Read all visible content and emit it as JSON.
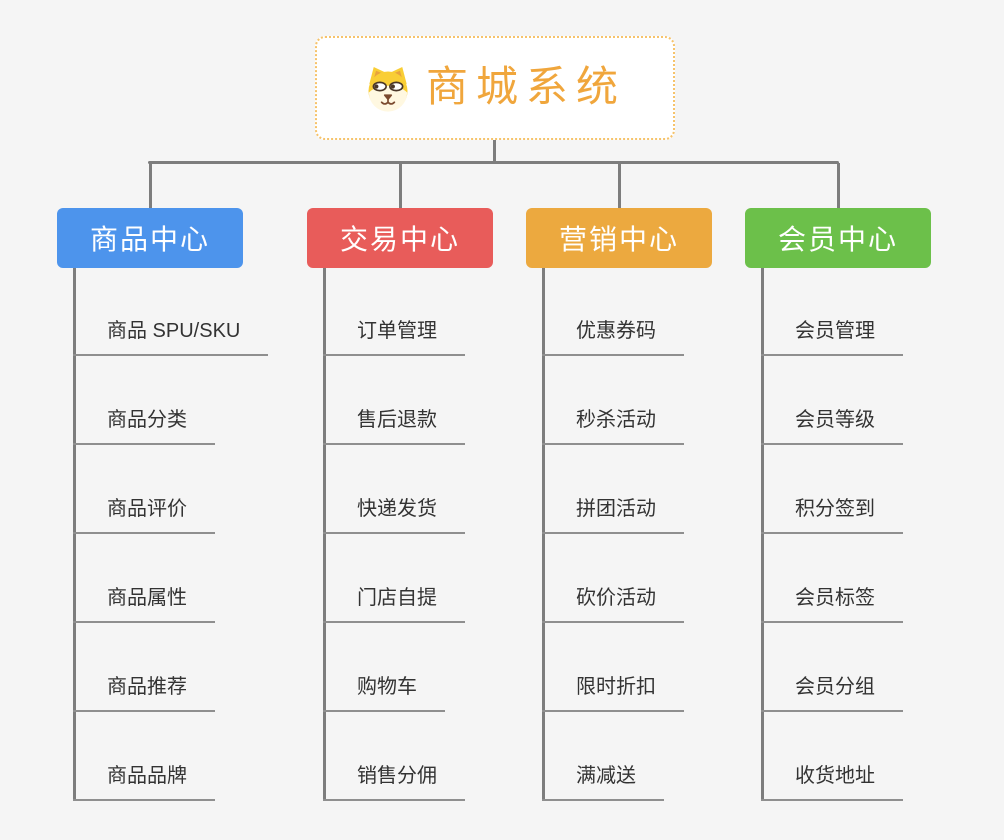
{
  "root": {
    "title": "商城系统",
    "icon": "dog-face-icon",
    "title_color": "#f0a63c",
    "border_color": "#f6c36b"
  },
  "branches": [
    {
      "label": "商品中心",
      "color": "#4d94ec",
      "items": [
        "商品 SPU/SKU",
        "商品分类",
        "商品评价",
        "商品属性",
        "商品推荐",
        "商品品牌"
      ]
    },
    {
      "label": "交易中心",
      "color": "#e85c5a",
      "items": [
        "订单管理",
        "售后退款",
        "快递发货",
        "门店自提",
        "购物车",
        "销售分佣"
      ]
    },
    {
      "label": "营销中心",
      "color": "#eca93f",
      "items": [
        "优惠券码",
        "秒杀活动",
        "拼团活动",
        "砍价活动",
        "限时折扣",
        "满减送"
      ]
    },
    {
      "label": "会员中心",
      "color": "#6cc04a",
      "items": [
        "会员管理",
        "会员等级",
        "积分签到",
        "会员标签",
        "会员分组",
        "收货地址"
      ]
    }
  ],
  "colors": {
    "background": "#f5f5f5",
    "connector": "#7d7d7d",
    "leaf_underline": "#8f8f8f",
    "leaf_text": "#333333"
  }
}
